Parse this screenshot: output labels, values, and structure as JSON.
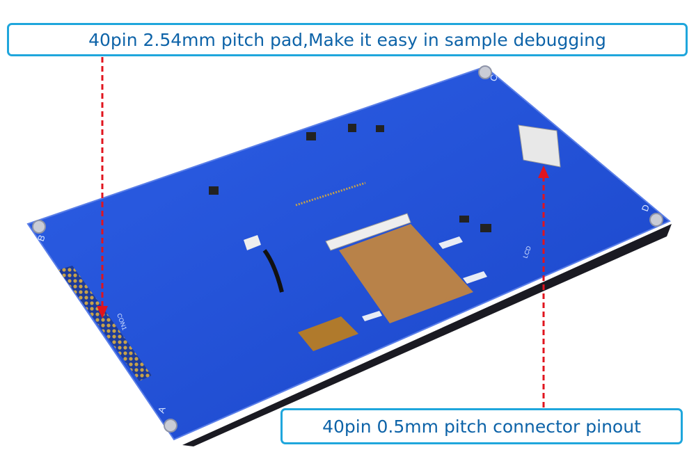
{
  "callouts": {
    "top": "40pin 2.54mm pitch pad,Make it easy in sample debugging",
    "bottom": "40pin 0.5mm pitch connector pinout"
  },
  "board": {
    "corner_labels": {
      "a": "A",
      "b": "B",
      "c": "C",
      "d": "D"
    },
    "header_label": "CON1",
    "lcd_label": "LCD"
  },
  "colors": {
    "board": "#1f4fd6",
    "callout_border": "#1fa6dc",
    "callout_text": "#0d63a8",
    "arrow": "#e0141e",
    "fpc": "#c9873a"
  }
}
